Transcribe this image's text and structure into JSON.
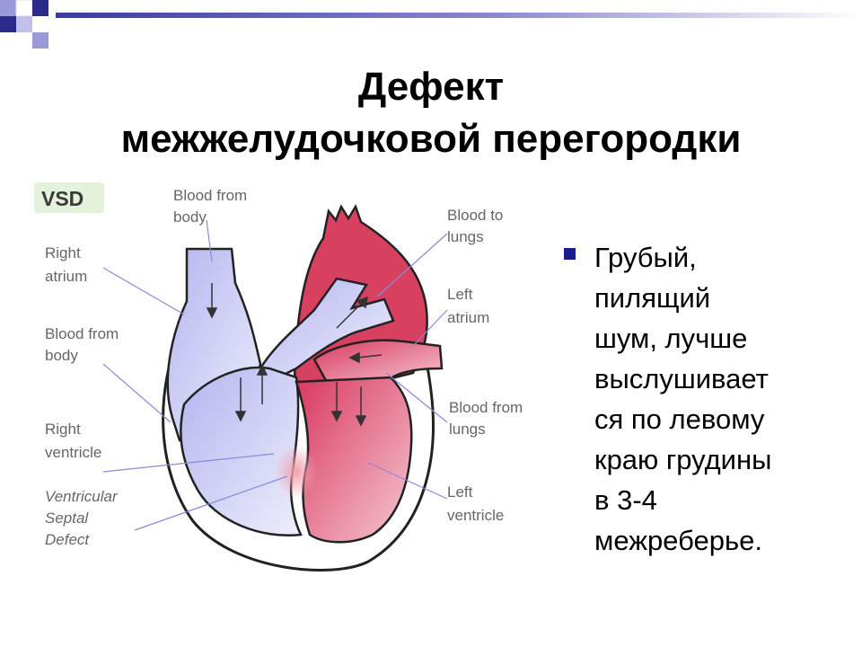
{
  "slide": {
    "title_lines": [
      "Дефект",
      "межжелудочковой перегородки"
    ],
    "bullet_lines": [
      "Грубый,",
      "пилящий",
      "шум, лучше",
      "выслушивает",
      "ся по левому",
      "краю грудины",
      "в 3-4",
      "межреберье."
    ],
    "accent_color": "#1c1c8c"
  },
  "diagram": {
    "tag": "VSD",
    "labels": {
      "blood_from_body_top": [
        "Blood from",
        "body"
      ],
      "right_atrium": [
        "Right",
        "atrium"
      ],
      "blood_from_body_left": [
        "Blood from",
        "body"
      ],
      "right_ventricle": [
        "Right",
        "ventricle"
      ],
      "vsd": [
        "Ventricular",
        "Septal",
        "Defect"
      ],
      "blood_to_lungs": [
        "Blood to",
        "lungs"
      ],
      "left_atrium": [
        "Left",
        "atrium"
      ],
      "blood_from_lungs": [
        "Blood from",
        "lungs"
      ],
      "left_ventricle": [
        "Left",
        "ventricle"
      ]
    },
    "colors": {
      "deoxygenated": "#c8c8f5",
      "oxygenated": "#e05070"
    }
  }
}
